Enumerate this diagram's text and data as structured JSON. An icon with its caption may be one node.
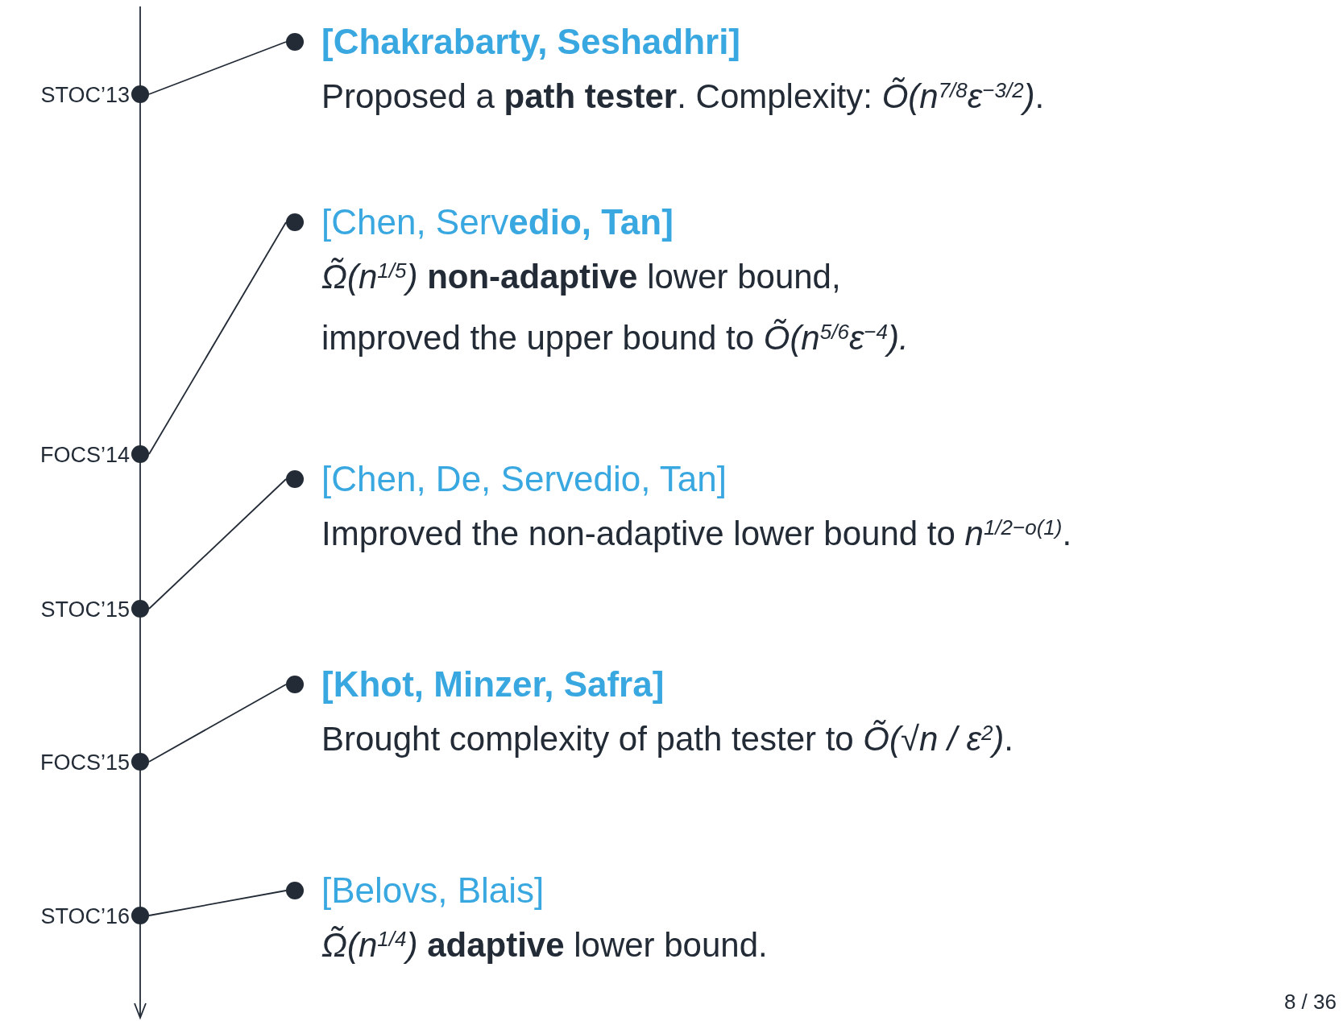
{
  "diagram": {
    "nodes": [
      {
        "text": [],
        "shape": "circle",
        "beside": [
          "STOC’13"
        ]
      },
      {
        "text": [
          "**[Chakrabarty, Seshadhri]**",
          "Proposed a **path tester**. Complexity: *Õ(n$^{7/8}$ε$^{−3/2}$)*."
        ]
      },
      {
        "text": [],
        "shape": "circle",
        "beside": [
          "FOCS’14"
        ]
      },
      {
        "text": [
          "[Chen, Serv**edio, Tan]**",
          "*Ω̃(n$^{1/5}$)* **non-adaptive** lower bound,",
          "improved the upper bound to *Õ(n$^{5/6}$ε$^{−4}$).*"
        ]
      },
      {
        "text": [],
        "shape": "circle",
        "beside": [
          "STOC’15"
        ]
      },
      {
        "text": [
          "[Chen, De, Servedio, Tan]",
          "Improved the non-adaptive lower bound to *n$^{1/2−o(1)}$*."
        ]
      },
      {
        "text": [],
        "shape": "circle",
        "beside": [
          "FOCS’15"
        ]
      },
      {
        "text": [
          "**[Khot, Minzer, Safra]**",
          "Brought complexity of path tester to *Õ(√n / ε$^{2}$)*."
        ]
      },
      {
        "text": [],
        "shape": "circle",
        "beside": [
          "STOC’16"
        ]
      },
      {
        "text": [
          "[Belovs, Blais]",
          "*Ω̃(n$^{1/4}$)* **adaptive** lower bound."
        ]
      }
    ],
    "edges": [
      {
        "from": 0,
        "to": 1,
        "arrow": "none"
      },
      {
        "from": 2,
        "to": 3,
        "arrow": "none"
      },
      {
        "from": 4,
        "to": 5,
        "arrow": "none"
      },
      {
        "from": 6,
        "to": 7,
        "arrow": "none"
      },
      {
        "from": 8,
        "to": 9,
        "arrow": "none"
      }
    ],
    "labels": [
      "8 / 36"
    ]
  }
}
